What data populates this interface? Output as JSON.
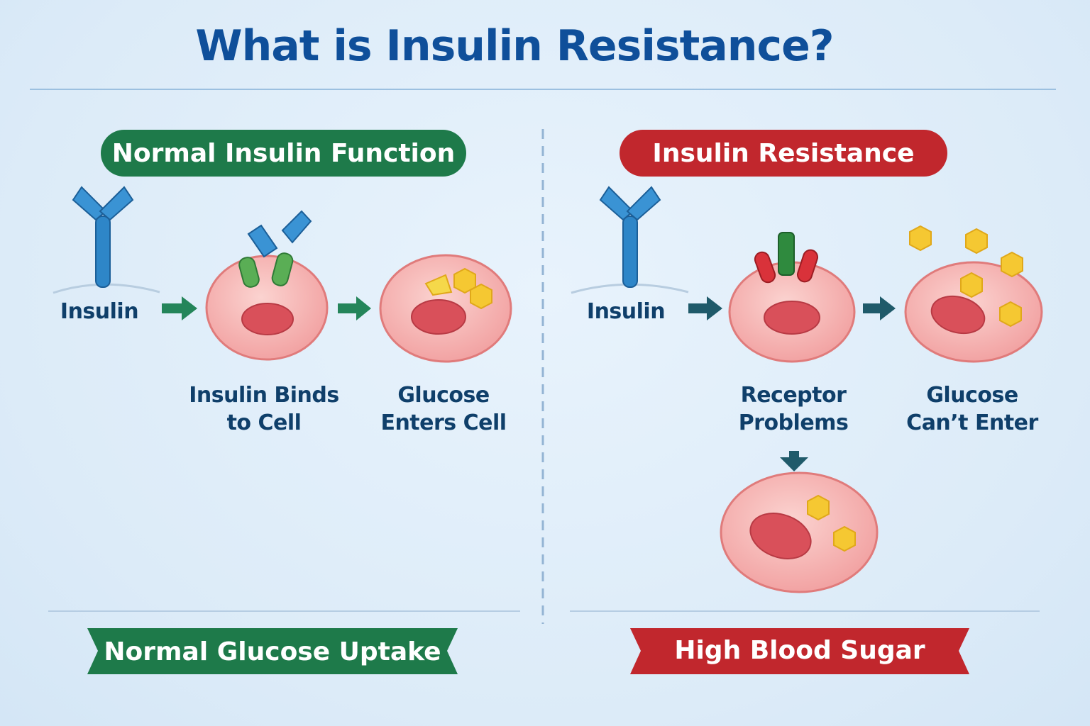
{
  "title": "What is Insulin Resistance?",
  "colors": {
    "title": "#0f4f9a",
    "normal": "#1e7a4a",
    "resistance": "#c1272d",
    "insulin": "#2e86c8",
    "glucose": "#f2c531",
    "cell": "#f4a6a6",
    "nucleus": "#d9505a",
    "arrow_normal": "#24855a",
    "arrow_resistance": "#1f5a6a"
  },
  "left": {
    "heading": "Normal Insulin Function",
    "insulin_label": "Insulin",
    "step1": {
      "line1": "Insulin Binds",
      "line2": "to Cell"
    },
    "step2": {
      "line1": "Glucose",
      "line2": "Enters Cell"
    },
    "result": "Normal Glucose Uptake"
  },
  "right": {
    "heading": "Insulin Resistance",
    "insulin_label": "Insulin",
    "step1": {
      "line1": "Receptor",
      "line2": "Problems"
    },
    "step2": {
      "line1": "Glucose",
      "line2": "Can’t Enter"
    },
    "result": "High Blood Sugar"
  }
}
